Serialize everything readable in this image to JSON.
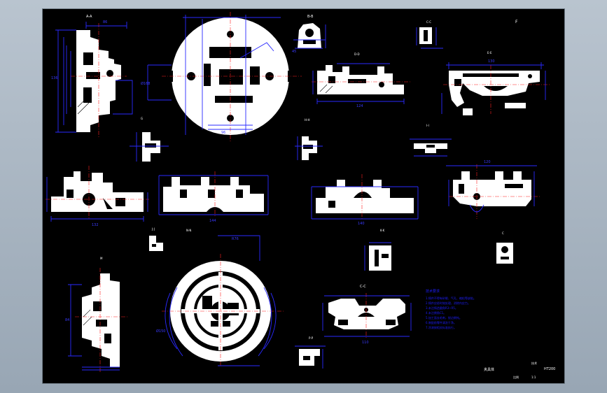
{
  "view_labels": {
    "a_a": "A-A",
    "b_b": "B-B",
    "c_c": "C-C",
    "d_d": "D-D",
    "e_e": "E-E",
    "f": "F",
    "g": "G",
    "h_h": "H-H",
    "i_i": "I-I",
    "j_j": "J-J",
    "k_k": "K-K",
    "c": "C",
    "m": "M",
    "n_n": "N-N",
    "p_p": "P-P"
  },
  "title_block": {
    "label_small": "技术",
    "ratio": "比例",
    "sheet": "1:1",
    "material": "HT200",
    "drawing_name": "夹具体"
  },
  "tech_notes": {
    "heading": "技术要求",
    "lines": [
      "1.铸件不得有砂眼、气孔、缩松等缺陷。",
      "2.铸件应经时效处理，消除内应力。",
      "3.未注铸造圆角R3~R5。",
      "4.未注倒角C1。",
      "5.加工面去毛刺，锐边倒钝。",
      "6.装配前零件清洗干净。",
      "7.涂漆按相关标准执行。"
    ]
  },
  "colors": {
    "background": "#000000",
    "part": "#ffffff",
    "dimension": "#2a2aff",
    "centerline": "#ff2020",
    "frame": "#9aa8b6"
  }
}
